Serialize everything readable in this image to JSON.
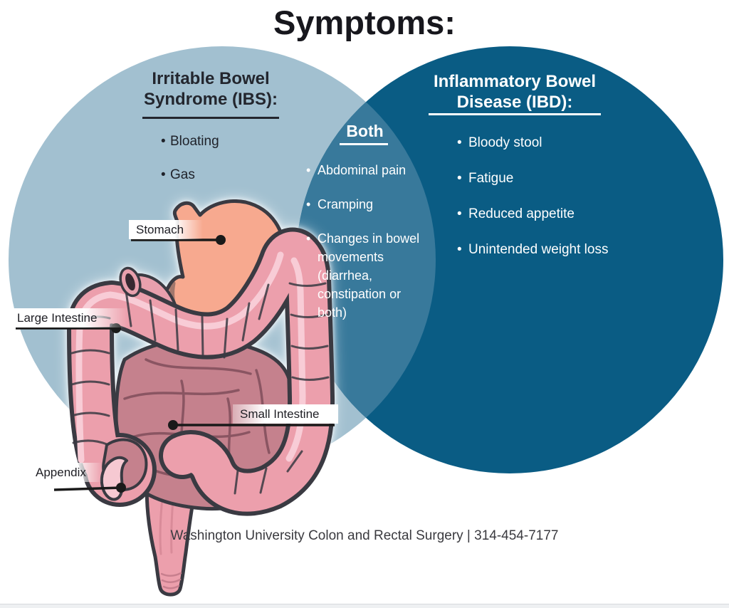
{
  "title": "Symptoms:",
  "venn": {
    "left": {
      "heading_line1": "Irritable Bowel",
      "heading_line2": "Syndrome (IBS):",
      "items": [
        "Bloating",
        "Gas"
      ],
      "circle_color": "#a2c0d0",
      "text_color": "#23262e"
    },
    "both": {
      "heading": "Both",
      "items": [
        "Abdominal pain",
        "Cramping",
        "Changes in bowel movements (diarrhea, constipation or both)"
      ],
      "overlap_color": "#38799b",
      "text_color": "#ffffff"
    },
    "right": {
      "heading_line1": "Inflammatory Bowel",
      "heading_line2": "Disease (IBD):",
      "items": [
        "Bloody stool",
        "Fatigue",
        "Reduced appetite",
        "Unintended weight loss"
      ],
      "circle_color": "#0a5c84",
      "text_color": "#ffffff"
    }
  },
  "anatomy": {
    "labels": {
      "stomach": "Stomach",
      "large_intestine": "Large Intestine",
      "small_intestine": "Small Intestine",
      "appendix": "Appendix"
    },
    "colors": {
      "stomach": "#f7a98f",
      "large_intestine": "#ec9fac",
      "intestine_highlight": "#f8ccd6",
      "small_intestine": "#c5818d",
      "appendix": "#f6c9d2",
      "outline": "#3a3a42"
    }
  },
  "footer": "Washington University Colon and Rectal Surgery | 314-454-7177"
}
